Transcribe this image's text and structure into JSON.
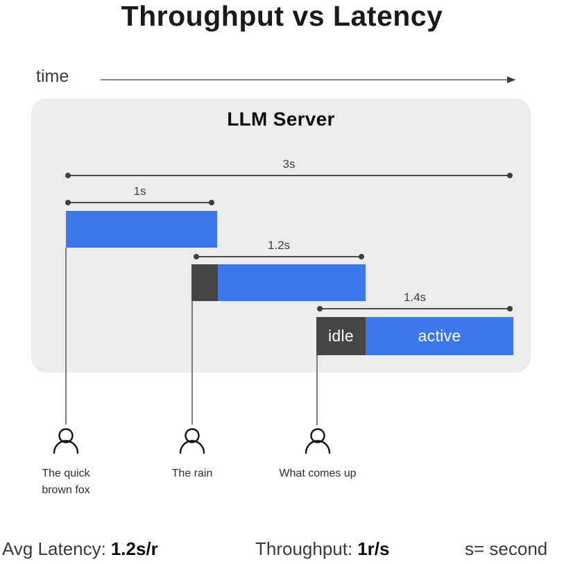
{
  "title": "Throughput vs Latency",
  "time_axis": {
    "label": "time"
  },
  "server": {
    "title": "LLM Server"
  },
  "measurements": {
    "total": "3s",
    "req1": "1s",
    "req2": "1.2s",
    "req3": "1.4s"
  },
  "segments": {
    "idle": "idle",
    "active": "active"
  },
  "requests": [
    {
      "prompt": "The quick brown fox"
    },
    {
      "prompt": "The rain"
    },
    {
      "prompt": "What comes up"
    }
  ],
  "footer": {
    "latency_label": "Avg Latency:",
    "latency_value": "1.2s/r",
    "throughput_label": "Throughput:",
    "throughput_value": "1r/s",
    "note": "s= second"
  },
  "colors": {
    "active_blue": "#3C77EB",
    "idle_gray": "#454545",
    "server_bg": "#ECECEC"
  },
  "chart_data": {
    "type": "bar",
    "subtype": "gantt-timeline",
    "title": "Throughput vs Latency",
    "xlabel": "time",
    "total_span_label": "3s",
    "categories": [
      "The quick brown fox",
      "The rain",
      "What comes up"
    ],
    "span_labels": [
      "1s",
      "1.2s",
      "1.4s"
    ],
    "values_seconds": [
      1,
      1.2,
      1.4
    ],
    "segment_labels": [
      "idle",
      "active"
    ]
  }
}
